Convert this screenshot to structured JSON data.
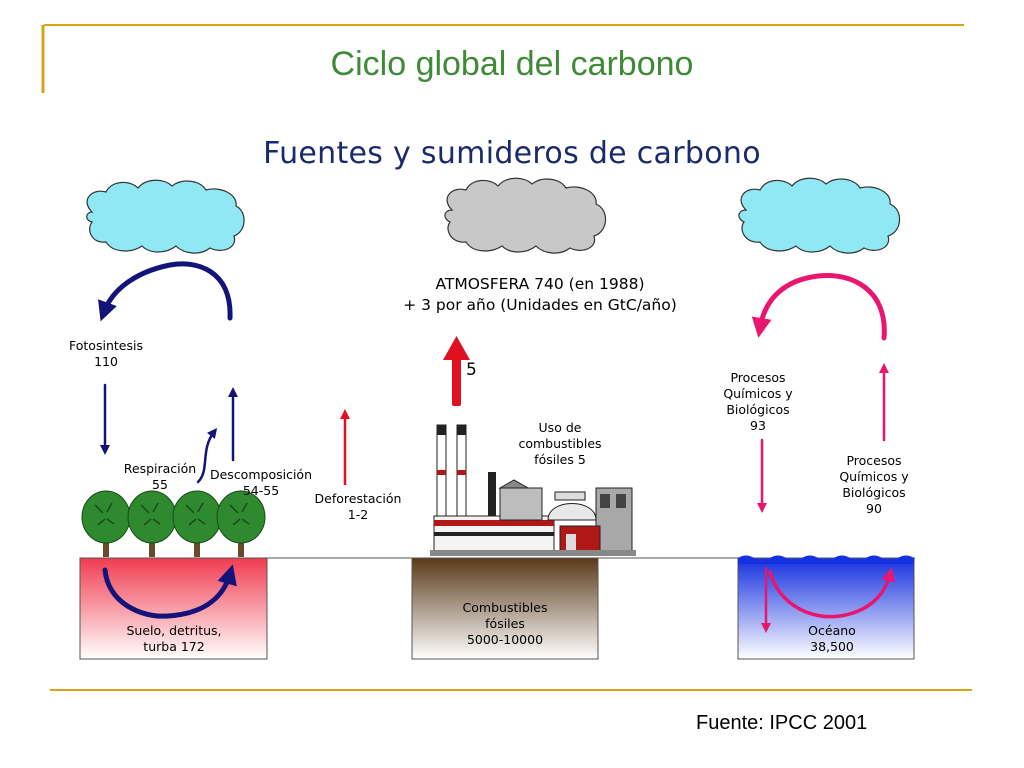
{
  "title": "Ciclo global del carbono",
  "subtitle": "Fuentes y sumideros de carbono",
  "atmosphere": {
    "line1": "ATMOSFERA 740 (en 1988)",
    "line2": "+ 3 por año (Unidades en GtC/año)"
  },
  "fossil_emission_value": "5",
  "land": {
    "photosynthesis": {
      "name": "Fotosintesis",
      "value": "110"
    },
    "respiration": {
      "name": "Respiración",
      "value": "55"
    },
    "decomposition": {
      "name": "Descomposición",
      "value": "54-55"
    },
    "soil": {
      "line1": "Suelo, detritus,",
      "line2": "turba 172"
    }
  },
  "deforestation": {
    "name": "Deforestación",
    "value": "1-2"
  },
  "fossil_use": {
    "line1": "Uso de",
    "line2": "combustibles",
    "line3": "fósiles 5"
  },
  "fossil_reserve": {
    "line1": "Combustibles",
    "line2": "fósiles",
    "line3": "5000-10000"
  },
  "ocean": {
    "uptake": {
      "line1": "Procesos",
      "line2": "Químicos y",
      "line3": "Biológicos",
      "value": "93"
    },
    "release": {
      "line1": "Procesos",
      "line2": "Químicos y",
      "line3": "Biológicos",
      "value": "90"
    },
    "reservoir": {
      "name": "Océano",
      "value": "38,500"
    }
  },
  "source": "Fuente: IPCC 2001",
  "colors": {
    "title": "#3f8a37",
    "subtitle": "#1a2a6c",
    "frame": "#d9a21b",
    "land_arrows": "#13137a",
    "deforestation_arrow": "#e01020",
    "ocean_arrows": "#e8166e",
    "cloud_blue": "#8fe8f4",
    "cloud_gray": "#c8c8c8"
  }
}
